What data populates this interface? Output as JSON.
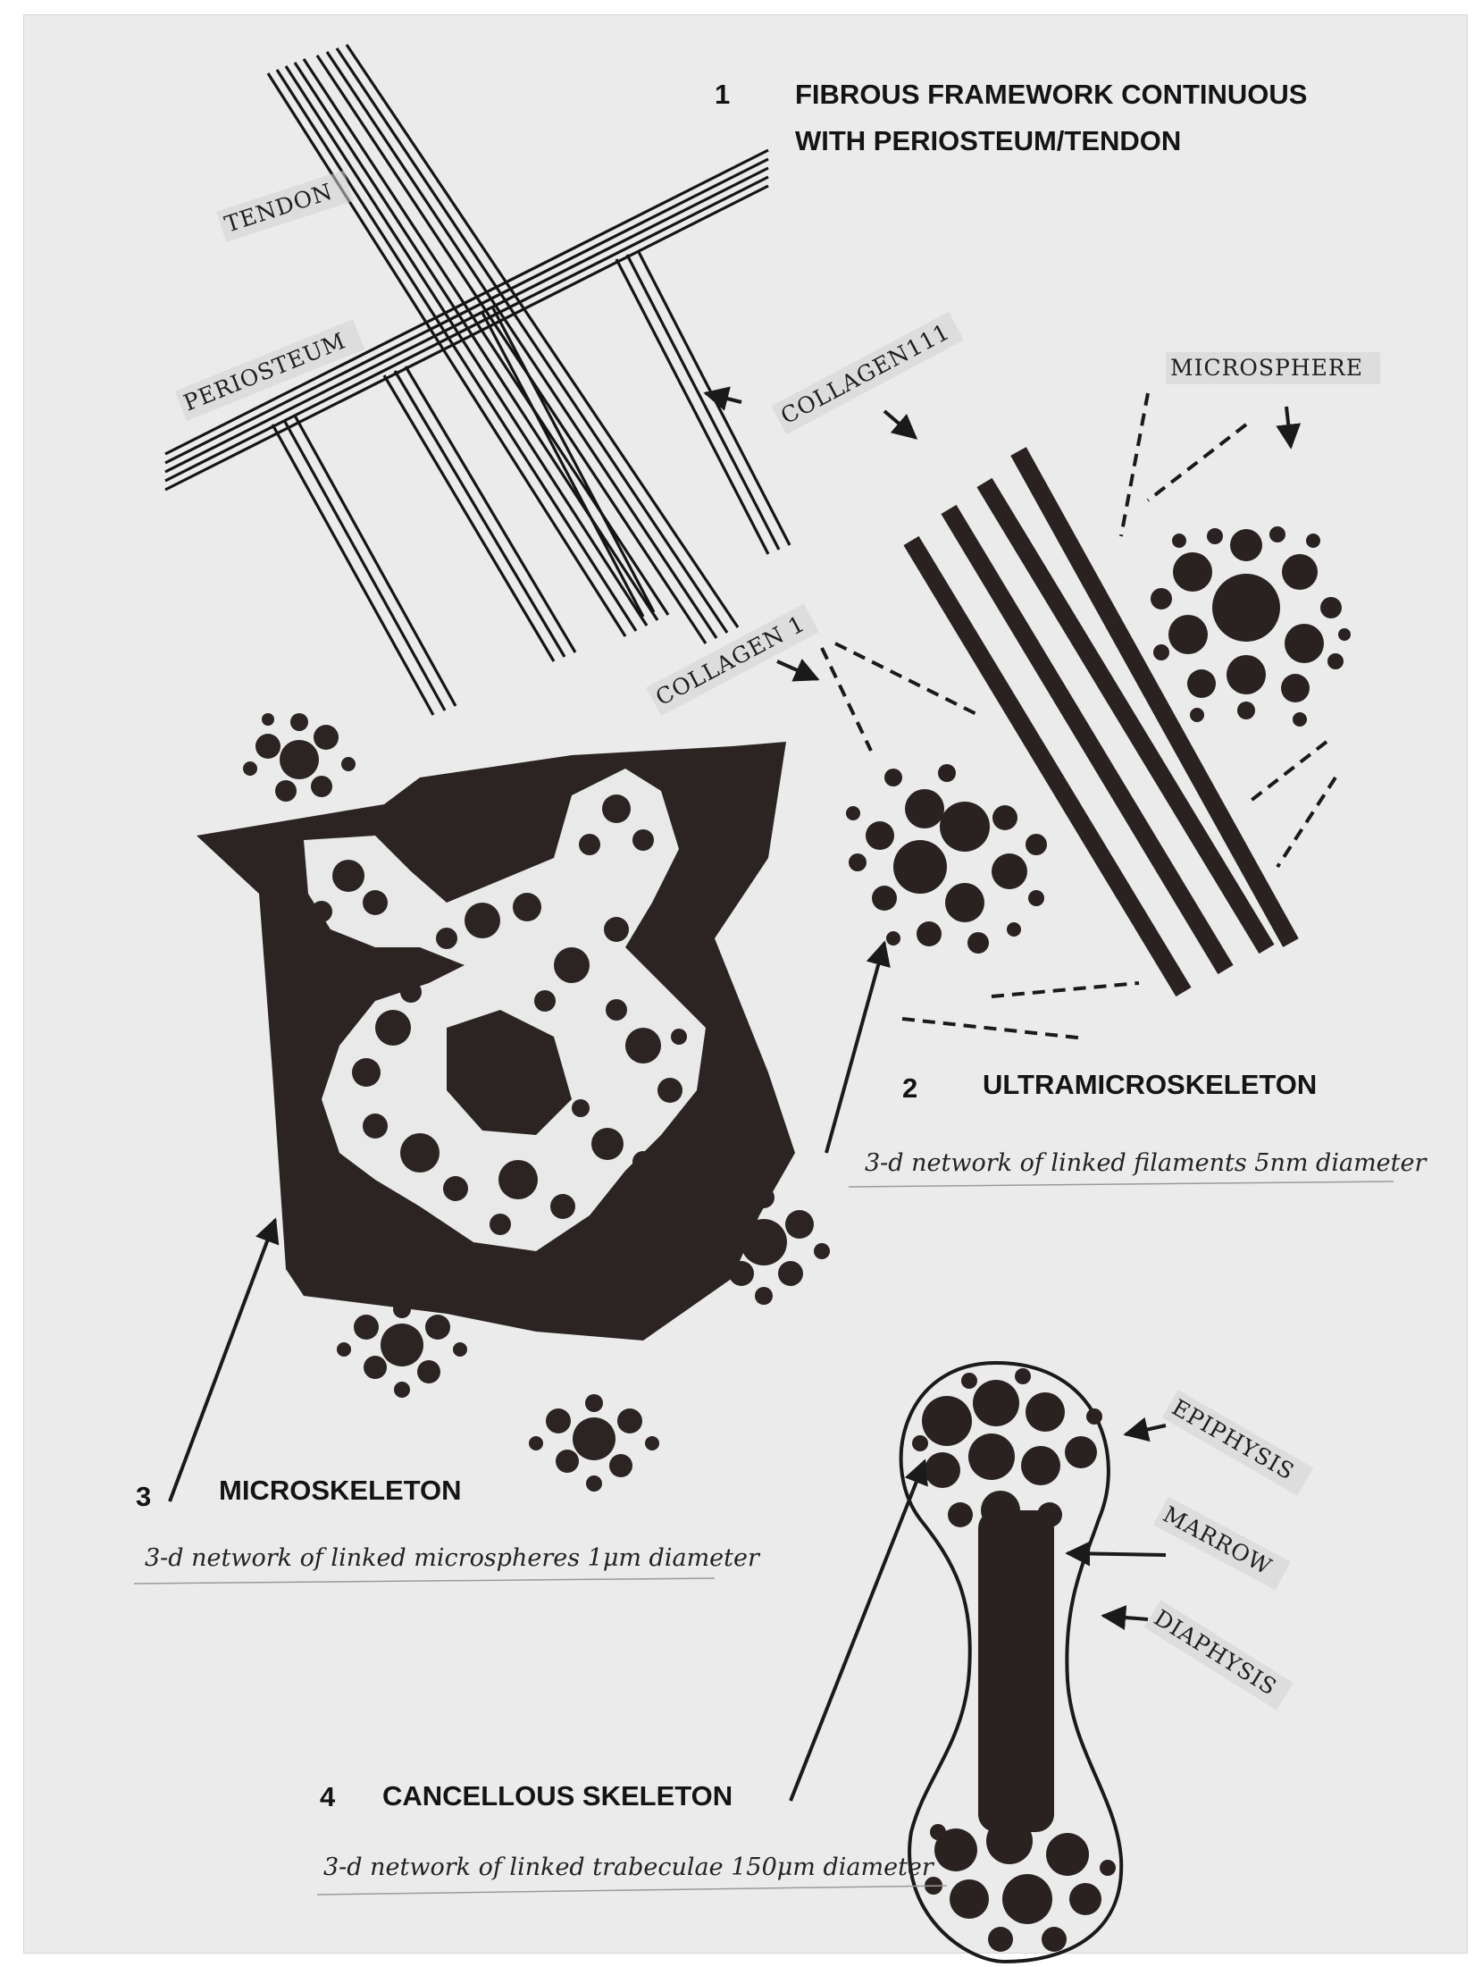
{
  "titles": {
    "s1_num": "1",
    "s1_line1": "FIBROUS FRAMEWORK CONTINUOUS",
    "s1_line2": "WITH PERIOSTEUM/TENDON",
    "s2_num": "2",
    "s2_title": "ULTRAMICROSKELETON",
    "s2_sub": "3-d network of linked filaments  5nm diameter",
    "s3_num": "3",
    "s3_title": "MICROSKELETON",
    "s3_sub": "3-d network of linked microspheres 1μm diameter",
    "s4_num": "4",
    "s4_title": "CANCELLOUS SKELETON",
    "s4_sub": "3-d network of linked trabeculae  150μm diameter"
  },
  "labels": {
    "tendon": "TENDON",
    "periosteum": "PERIOSTEUM",
    "collagen3": "COLLAGEN111",
    "collagen1": "COLLAGEN 1",
    "microsphere": "MICROSPHERE",
    "epiphysis": "EPIPHYSIS",
    "marrow": "MARROW",
    "diaphysis": "DIAPHYSIS"
  }
}
